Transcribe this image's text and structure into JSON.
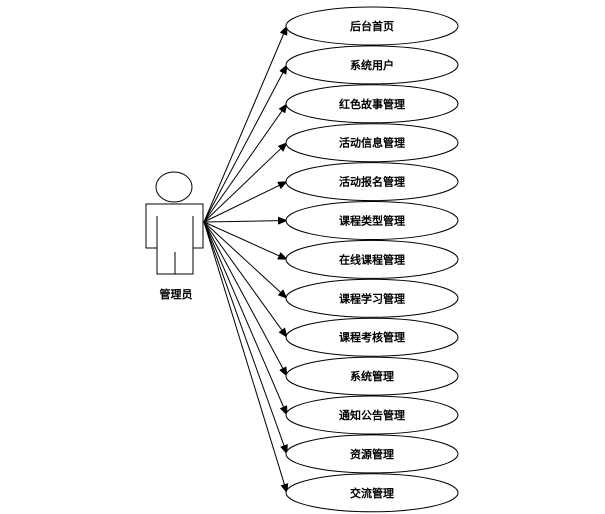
{
  "actor": {
    "label": "管理员",
    "icon": "person-icon"
  },
  "use_cases": [
    "后台首页",
    "系统用户",
    "红色故事管理",
    "活动信息管理",
    "活动报名管理",
    "课程类型管理",
    "在线课程管理",
    "课程学习管理",
    "课程考核管理",
    "系统管理",
    "通知公告管理",
    "资源管理",
    "交流管理"
  ]
}
